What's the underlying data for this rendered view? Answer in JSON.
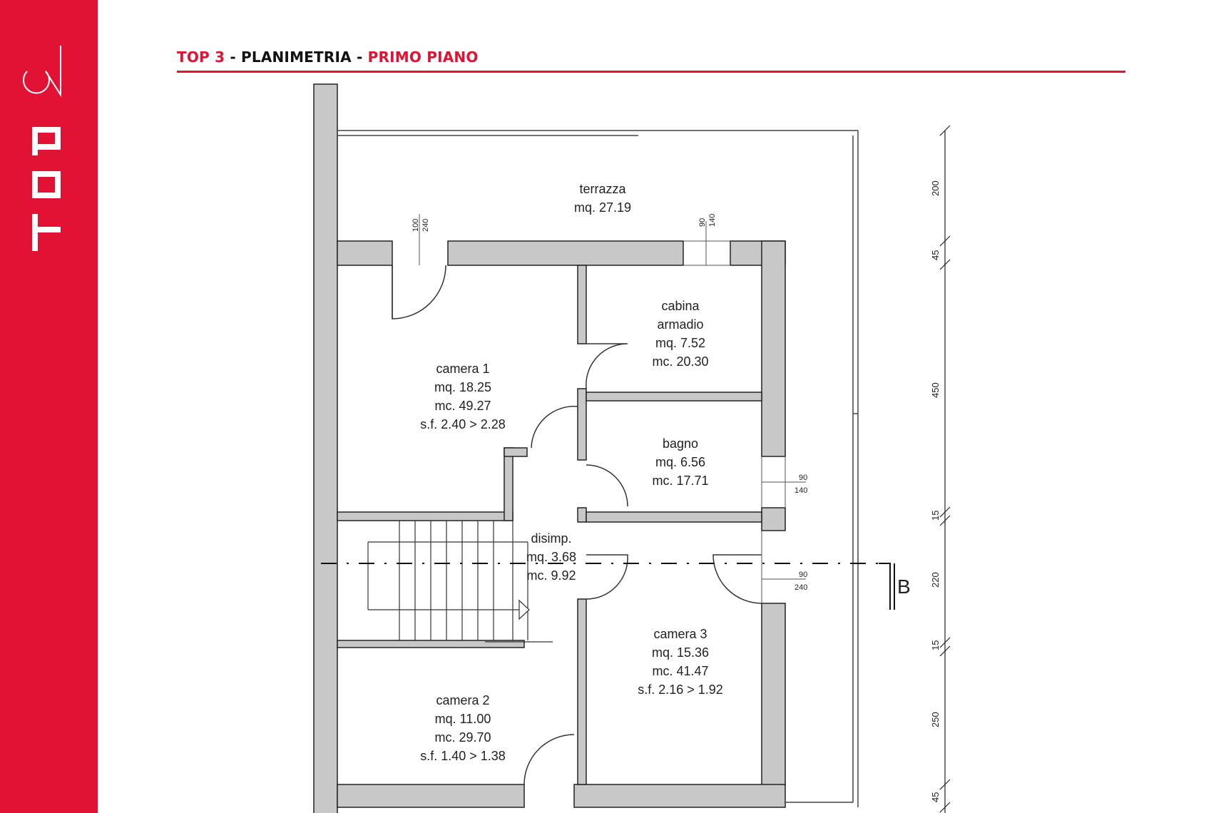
{
  "sidebar": {
    "label": "TOP 3",
    "color": "#e11233"
  },
  "header": {
    "part1": "TOP 3",
    "sep1": " - ",
    "part2": "PLANIMETRIA",
    "sep2": " - ",
    "part3": "PRIMO PIANO",
    "accent": "#e11233"
  },
  "rooms": {
    "terrazza": {
      "name": "terrazza",
      "mq": "mq. 27.19"
    },
    "cabina": {
      "name1": "cabina",
      "name2": "armadio",
      "mq": "mq. 7.52",
      "mc": "mc. 20.30"
    },
    "camera1": {
      "name": "camera 1",
      "mq": "mq. 18.25",
      "mc": "mc. 49.27",
      "sf": "s.f. 2.40 > 2.28"
    },
    "bagno": {
      "name": "bagno",
      "mq": "mq. 6.56",
      "mc": "mc. 17.71"
    },
    "disimp": {
      "name": "disimp.",
      "mq": "mq. 3.68",
      "mc": "mc. 9.92"
    },
    "camera3": {
      "name": "camera 3",
      "mq": "mq. 15.36",
      "mc": "mc. 41.47",
      "sf": "s.f. 2.16 > 1.92"
    },
    "camera2": {
      "name": "camera 2",
      "mq": "mq. 11.00",
      "mc": "mc. 29.70",
      "sf": "s.f. 1.40 > 1.38"
    }
  },
  "openings": {
    "door_terrace_left": {
      "w": "100",
      "h": "240"
    },
    "window_terrace_right": {
      "w": "90",
      "h": "140"
    },
    "window_bagno": {
      "w": "90",
      "h": "140"
    },
    "window_camera3": {
      "w": "90",
      "h": "240"
    }
  },
  "dimensions": [
    "200",
    "45",
    "450",
    "15",
    "220",
    "15",
    "250",
    "45"
  ],
  "section_label": "B"
}
